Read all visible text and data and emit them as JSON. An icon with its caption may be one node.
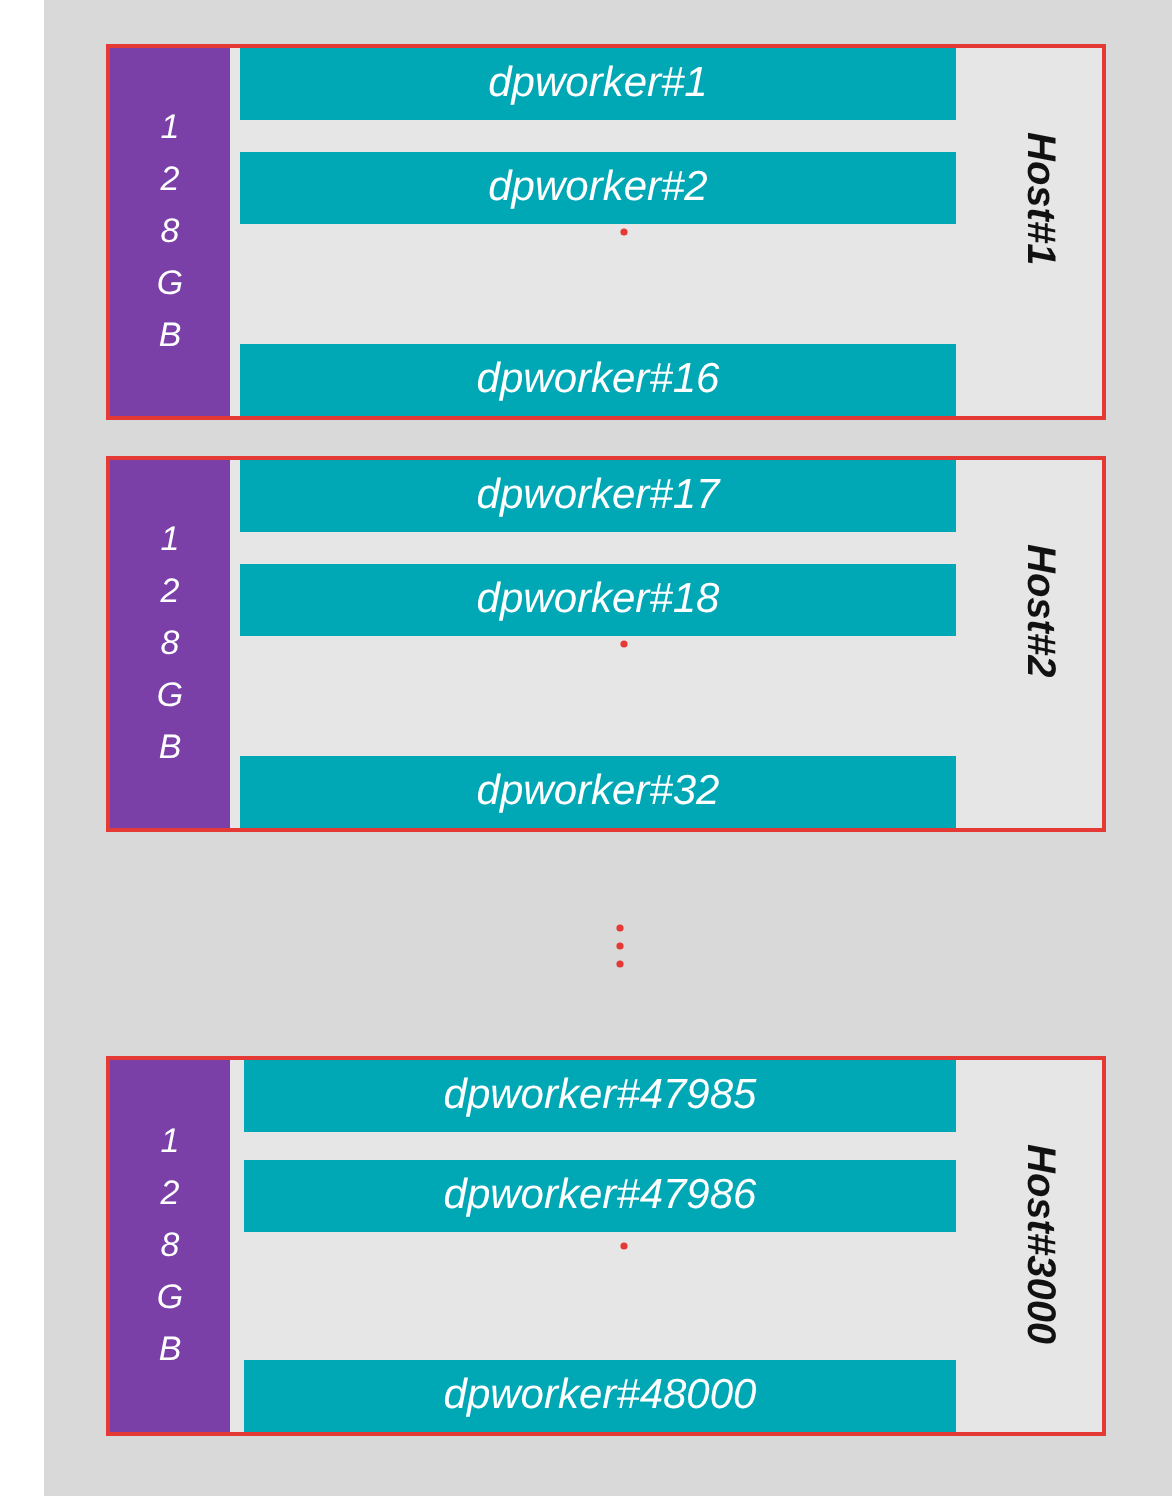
{
  "diagram": {
    "nodes": [
      {
        "text": [
          "Host#1"
        ]
      },
      {
        "text": [
          "1 2 8 G B"
        ],
        "in": 0
      },
      {
        "text": [
          "dpworker#1"
        ],
        "in": 0
      },
      {
        "text": [
          "dpworker#2"
        ],
        "in": 0
      },
      {
        "text": [
          "dpworker#16"
        ],
        "in": 0
      },
      {
        "text": [
          "Host#2"
        ]
      },
      {
        "text": [
          "1 2 8 G B"
        ],
        "in": 5
      },
      {
        "text": [
          "dpworker#17"
        ],
        "in": 5
      },
      {
        "text": [
          "dpworker#18"
        ],
        "in": 5
      },
      {
        "text": [
          "dpworker#32"
        ],
        "in": 5
      },
      {
        "text": [
          "Host#3000"
        ]
      },
      {
        "text": [
          "1 2 8 G B"
        ],
        "in": 10
      },
      {
        "text": [
          "dpworker#47985"
        ],
        "in": 10
      },
      {
        "text": [
          "dpworker#47986"
        ],
        "in": 10
      },
      {
        "text": [
          "dpworker#48000"
        ],
        "in": 10
      }
    ]
  }
}
